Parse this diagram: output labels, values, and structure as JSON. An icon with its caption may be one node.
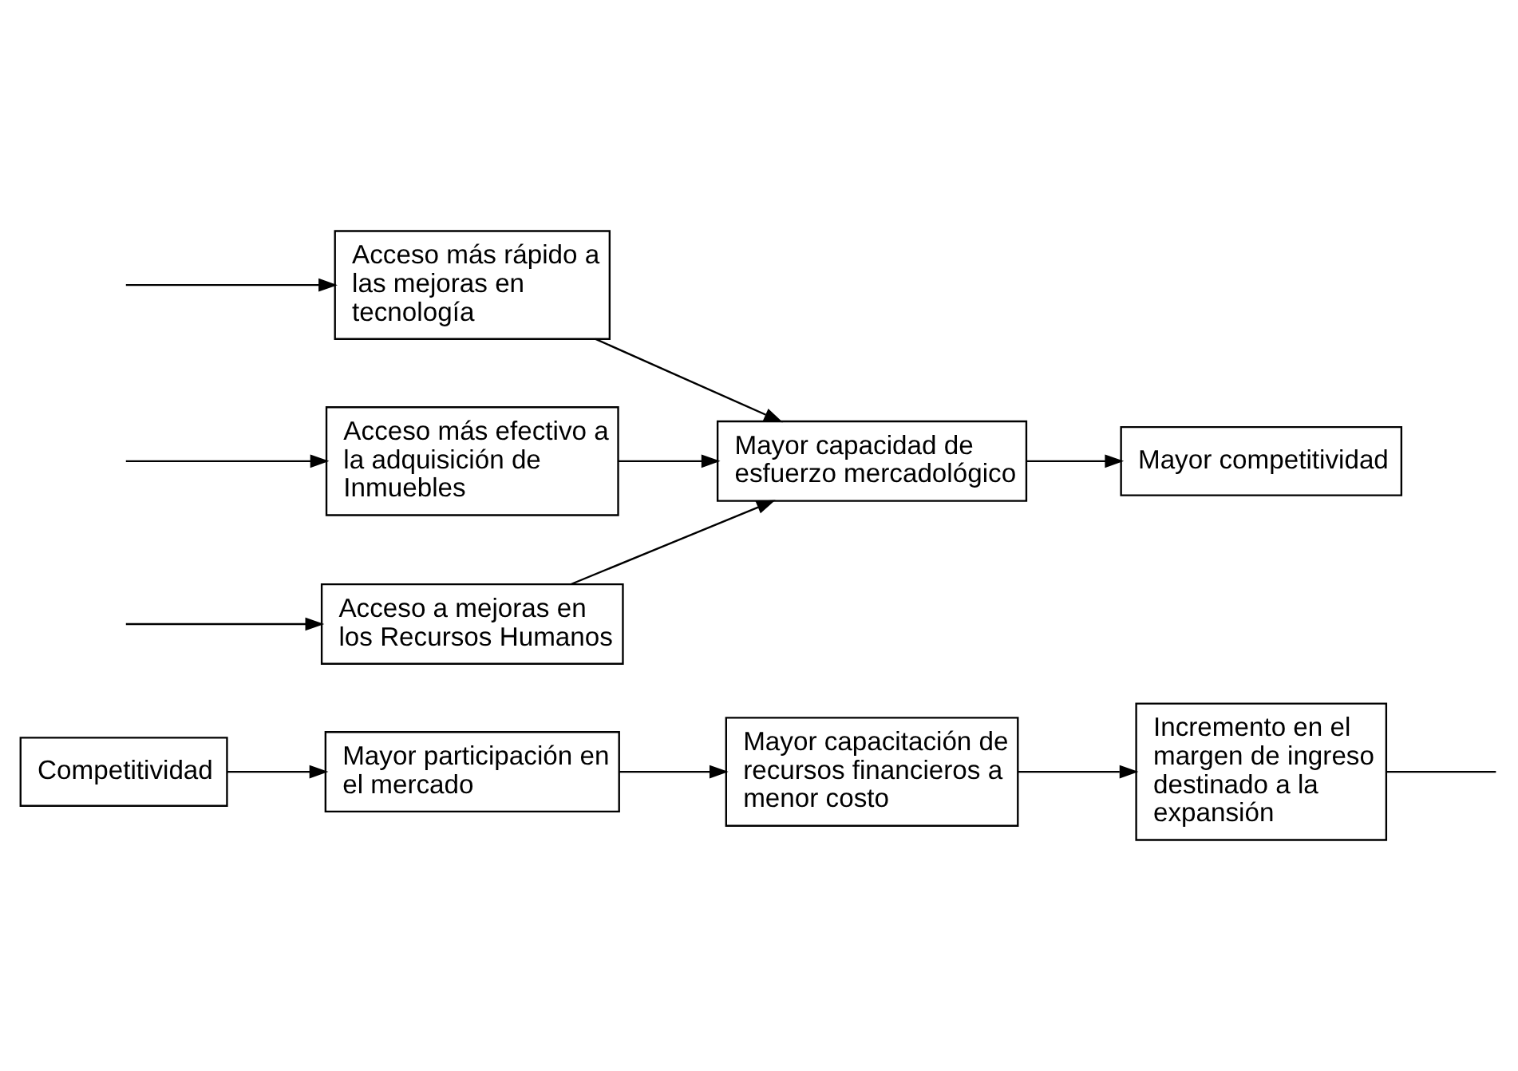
{
  "diagram": {
    "nodes": [
      {
        "text": [
          "Mayor participación en el mercado"
        ]
      },
      {
        "text": [
          "Incremento en el margen de ingreso destinado a la expansión"
        ]
      },
      {
        "text": [
          "Mayor capacitación de recursos financieros a menor costo"
        ]
      },
      {
        "text": [
          "Competitividad"
        ]
      },
      {
        "text": [
          "Acceso a mejoras en los Recursos Humanos"
        ]
      },
      {
        "text": [
          "Mayor capacidad de esfuerzo mercadológico"
        ]
      },
      {
        "text": [
          "Acceso más rápido a las mejoras en tecnología"
        ]
      },
      {
        "text": [
          "Mayor competitividad"
        ]
      },
      {
        "text": [
          "Acceso más efectivo a la adquisición de Inmuebles"
        ]
      }
    ],
    "edges": [
      {
        "from": 3,
        "to": 0,
        "arrow": "to"
      },
      {
        "from": 0,
        "to": 2,
        "arrow": "to"
      },
      {
        "from": 2,
        "to": 1,
        "arrow": "to"
      },
      {
        "from": 1,
        "to": null,
        "arrow": "none"
      },
      {
        "from": null,
        "to": 4,
        "arrow": "to"
      },
      {
        "from": null,
        "to": 6,
        "arrow": "to"
      },
      {
        "from": null,
        "to": 8,
        "arrow": "to"
      },
      {
        "from": 4,
        "to": 5,
        "arrow": "to"
      },
      {
        "from": 6,
        "to": 5,
        "arrow": "to"
      },
      {
        "from": 8,
        "to": 5,
        "arrow": "to"
      },
      {
        "from": 5,
        "to": 7,
        "arrow": "to"
      }
    ]
  }
}
